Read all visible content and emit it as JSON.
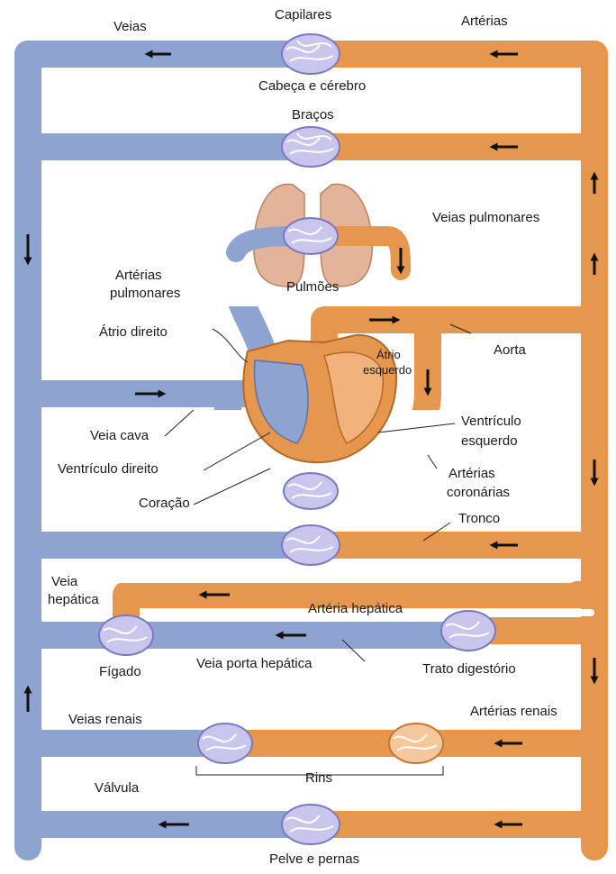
{
  "labels": {
    "veias": "Veias",
    "capilares": "Capilares",
    "arterias": "Artérias",
    "cabeca": "Cabeça e cérebro",
    "bracos": "Braços",
    "veias_pulmonares": "Veias pulmonares",
    "arterias_pulmonares_1": "Artérias",
    "arterias_pulmonares_2": "pulmonares",
    "pulmoes": "Pulmões",
    "atrio_direito": "Átrio direito",
    "aorta": "Aorta",
    "atrio_esq_1": "Átrio",
    "atrio_esq_2": "esquerdo",
    "veia_cava": "Veia cava",
    "ventriculo_esq_1": "Ventrículo",
    "ventriculo_esq_2": "esquerdo",
    "ventriculo_direito": "Ventrículo direito",
    "arterias_coronarias_1": "Artérias",
    "arterias_coronarias_2": "coronárias",
    "coracao": "Coração",
    "tronco": "Tronco",
    "veia_hepatica_1": "Veia",
    "veia_hepatica_2": "hepática",
    "arteria_hepatica": "Artéria hepática",
    "figado": "Fígado",
    "veia_porta": "Veia porta hepática",
    "trato_digestorio": "Trato digestório",
    "veias_renais": "Veias renais",
    "arterias_renais": "Artérias renais",
    "rins": "Rins",
    "valvula": "Válvula",
    "pelve": "Pelve e pernas"
  },
  "colors": {
    "venous": "#8fa3d1",
    "venous_edge": "#6f84b8",
    "arterial": "#e7964d",
    "arterial_edge": "#c97530",
    "capillary": "#c9c6ee",
    "lung": "#e4b49a",
    "heart": "#e7964d",
    "arrow": "#111111"
  }
}
